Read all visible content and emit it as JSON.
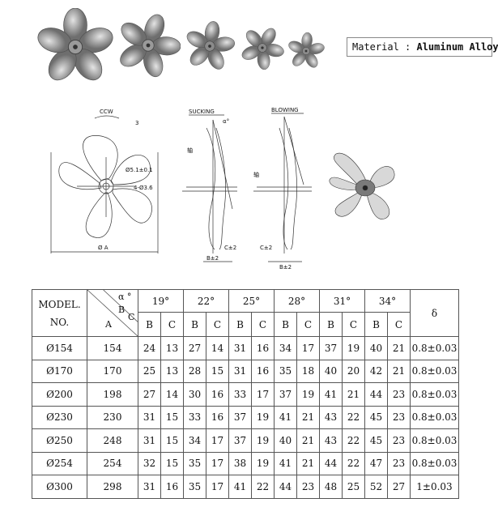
{
  "material": {
    "label": "Material : ",
    "value": "Aluminum Alloy"
  },
  "drawing_labels": {
    "ccw": "CCW",
    "sucking": "SUCKING",
    "blowing": "BLOWING",
    "shaft_left": "轴",
    "shaft_right": "轴",
    "hole1": "Ø5.1±0.1",
    "hole2": "4-Ø3.6",
    "dia": "Ø A",
    "b_dim": "B±2",
    "c_dim": "C±2",
    "n3": "3",
    "angle": "α°"
  },
  "table": {
    "model_header": [
      "MODEL.",
      "NO."
    ],
    "diag": {
      "alpha": "α °",
      "b": "B",
      "c": "C",
      "a": "A"
    },
    "delta_header": "δ",
    "angles": [
      "19°",
      "22°",
      "25°",
      "28°",
      "31°",
      "34°"
    ],
    "sub_b": "B",
    "sub_c": "C",
    "rows": [
      {
        "model": "Ø154",
        "a": "154",
        "vals": [
          "24",
          "13",
          "27",
          "14",
          "31",
          "16",
          "34",
          "17",
          "37",
          "19",
          "40",
          "21"
        ],
        "delta": "0.8±0.03"
      },
      {
        "model": "Ø170",
        "a": "170",
        "vals": [
          "25",
          "13",
          "28",
          "15",
          "31",
          "16",
          "35",
          "18",
          "40",
          "20",
          "42",
          "21"
        ],
        "delta": "0.8±0.03"
      },
      {
        "model": "Ø200",
        "a": "198",
        "vals": [
          "27",
          "14",
          "30",
          "16",
          "33",
          "17",
          "37",
          "19",
          "41",
          "21",
          "44",
          "23"
        ],
        "delta": "0.8±0.03"
      },
      {
        "model": "Ø230",
        "a": "230",
        "vals": [
          "31",
          "15",
          "33",
          "16",
          "37",
          "19",
          "41",
          "21",
          "43",
          "22",
          "45",
          "23"
        ],
        "delta": "0.8±0.03"
      },
      {
        "model": "Ø250",
        "a": "248",
        "vals": [
          "31",
          "15",
          "34",
          "17",
          "37",
          "19",
          "40",
          "21",
          "43",
          "22",
          "45",
          "23"
        ],
        "delta": "0.8±0.03"
      },
      {
        "model": "Ø254",
        "a": "254",
        "vals": [
          "32",
          "15",
          "35",
          "17",
          "38",
          "19",
          "41",
          "21",
          "44",
          "22",
          "47",
          "23"
        ],
        "delta": "0.8±0.03"
      },
      {
        "model": "Ø300",
        "a": "298",
        "vals": [
          "31",
          "16",
          "35",
          "17",
          "41",
          "22",
          "44",
          "23",
          "48",
          "25",
          "52",
          "27"
        ],
        "delta": "1±0.03"
      }
    ]
  }
}
